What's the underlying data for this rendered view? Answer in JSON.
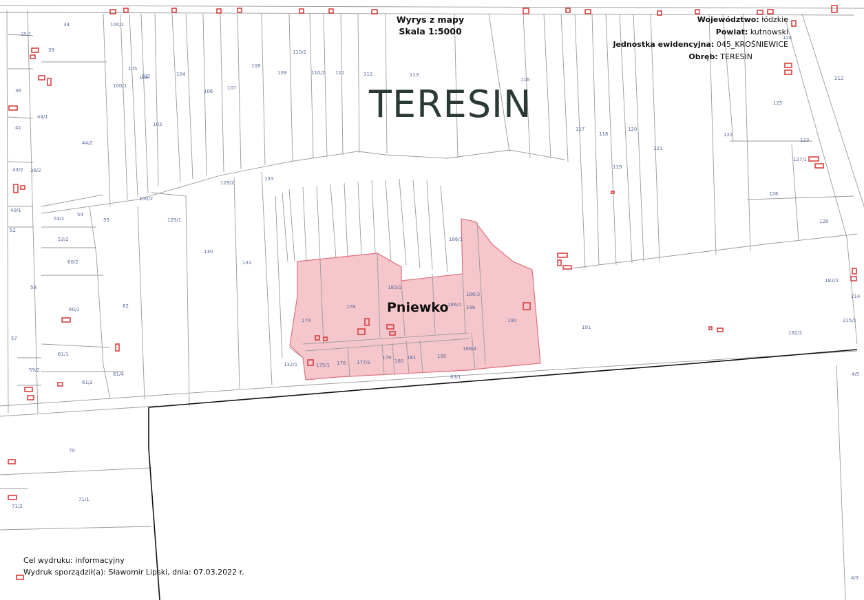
{
  "header": {
    "title": "Wyrys z mapy",
    "scale": "Skala 1:5000"
  },
  "admin_info": {
    "voivodeship_label": "Województwo:",
    "voivodeship_value": "łódzkie",
    "county_label": "Powiat:",
    "county_value": "kutnowski",
    "unit_label": "Jednostka ewidencyjna:",
    "unit_value": "045_KROŚNIEWICE",
    "precinct_label": "Obręb:",
    "precinct_value": "TERESIN"
  },
  "map": {
    "precinct_name": "TERESIN",
    "place_name": "Pniewko",
    "highlight_color": "#f5c6cc",
    "highlight_border": "#e0707c",
    "parcel_line_color": "#9a9a9a",
    "label_color": "#5a6a9a",
    "building_color": "#d94040",
    "parcel_labels": [
      {
        "t": "34"
      },
      {
        "t": "100/1"
      },
      {
        "t": "35/1"
      },
      {
        "t": "39"
      },
      {
        "t": "110/1"
      },
      {
        "t": "105"
      },
      {
        "t": "106"
      },
      {
        "t": "102"
      },
      {
        "t": "104"
      },
      {
        "t": "106"
      },
      {
        "t": "107"
      },
      {
        "t": "108"
      },
      {
        "t": "109"
      },
      {
        "t": "110/2"
      },
      {
        "t": "111"
      },
      {
        "t": "112"
      },
      {
        "t": "113"
      },
      {
        "t": "116"
      },
      {
        "t": "124"
      },
      {
        "t": "212"
      },
      {
        "t": "100/1"
      },
      {
        "t": "36"
      },
      {
        "t": "44/1"
      },
      {
        "t": "41"
      },
      {
        "t": "44/2"
      },
      {
        "t": "103"
      },
      {
        "t": "117"
      },
      {
        "t": "118"
      },
      {
        "t": "120"
      },
      {
        "t": "121"
      },
      {
        "t": "122"
      },
      {
        "t": "123"
      },
      {
        "t": "125"
      },
      {
        "t": "127/1"
      },
      {
        "t": "43/2"
      },
      {
        "t": "36/2"
      },
      {
        "t": "129/2"
      },
      {
        "t": "133"
      },
      {
        "t": "119"
      },
      {
        "t": "126"
      },
      {
        "t": "100/2"
      },
      {
        "t": "54"
      },
      {
        "t": "55"
      },
      {
        "t": "53/1"
      },
      {
        "t": "40/1"
      },
      {
        "t": "52"
      },
      {
        "t": "129/1"
      },
      {
        "t": "128"
      },
      {
        "t": "53/2"
      },
      {
        "t": "130"
      },
      {
        "t": "131"
      },
      {
        "t": "186/1"
      },
      {
        "t": "60/2"
      },
      {
        "t": "182/1"
      },
      {
        "t": "58"
      },
      {
        "t": "182/2"
      },
      {
        "t": "174"
      },
      {
        "t": "178"
      },
      {
        "t": "186/3"
      },
      {
        "t": "186/1"
      },
      {
        "t": "186"
      },
      {
        "t": "190"
      },
      {
        "t": "60/1"
      },
      {
        "t": "62"
      },
      {
        "t": "191"
      },
      {
        "t": "192/2"
      },
      {
        "t": "57"
      },
      {
        "t": "61/1"
      },
      {
        "t": "132/1"
      },
      {
        "t": "176"
      },
      {
        "t": "177/1"
      },
      {
        "t": "179"
      },
      {
        "t": "180"
      },
      {
        "t": "181"
      },
      {
        "t": "185"
      },
      {
        "t": "189/4"
      },
      {
        "t": "59/2"
      },
      {
        "t": "61/2"
      },
      {
        "t": "61/4"
      },
      {
        "t": "63/1"
      },
      {
        "t": "175/1"
      },
      {
        "t": "70"
      },
      {
        "t": "71/1"
      },
      {
        "t": "71/2"
      },
      {
        "t": "214"
      },
      {
        "t": "215/1"
      },
      {
        "t": "4/5"
      },
      {
        "t": "4/3"
      }
    ]
  },
  "footer": {
    "purpose_label": "Cel wydruku:",
    "purpose_value": "informacyjny",
    "prepared_label": "Wydruk sporządził(a):",
    "prepared_value": "Sławomir Lipski, dnia: 07.03.2022 r."
  }
}
